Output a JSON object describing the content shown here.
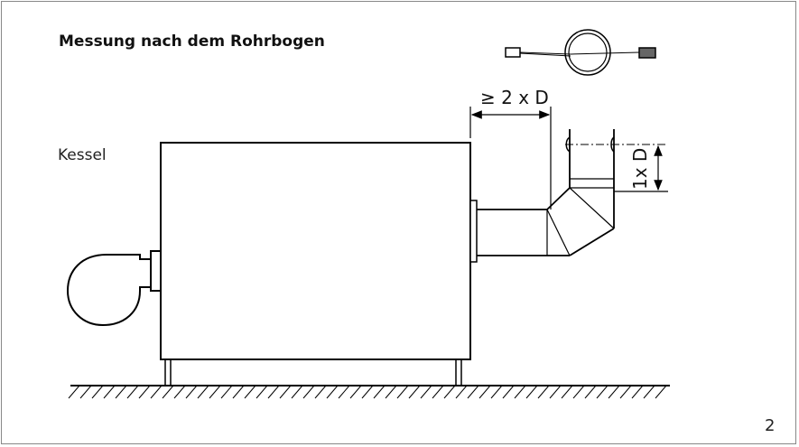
{
  "figure": {
    "title": "Messung nach dem Rohrbogen",
    "boiler_label": "Kessel",
    "page_number": "2",
    "dim_horizontal": "≥ 2 x D",
    "dim_vertical": "1x D"
  },
  "colors": {
    "line": "#000000",
    "frame": "#888888",
    "probe_dark": "#666666"
  }
}
